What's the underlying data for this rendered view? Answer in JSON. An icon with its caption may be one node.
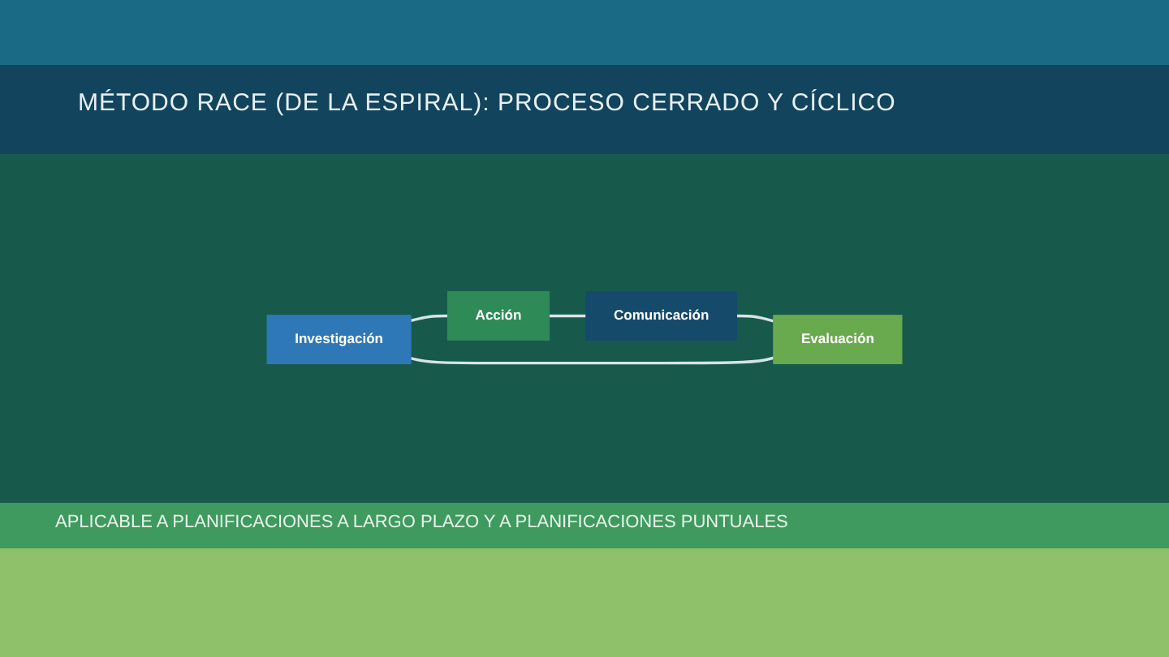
{
  "diagram": {
    "title": "MÉTODO RACE (DE LA ESPIRAL): PROCESO CERRADO Y CÍCLICO",
    "nodes": [
      {
        "text": [
          "Investigación"
        ]
      },
      {
        "text": [
          "Evaluación"
        ]
      },
      {
        "text": [
          "Acción"
        ]
      },
      {
        "text": [
          "Comunicación"
        ]
      }
    ],
    "edges": [
      {
        "from": 0,
        "to": 2,
        "arrow": "none"
      },
      {
        "from": 2,
        "to": 3,
        "arrow": "none"
      },
      {
        "from": 3,
        "to": 1,
        "arrow": "none"
      },
      {
        "from": 1,
        "to": 0,
        "arrow": "none"
      }
    ],
    "caption": "APLICABLE A PLANIFICACIONES A LARGO PLAZO Y A PLANIFICACIONES PUNTUALES"
  }
}
